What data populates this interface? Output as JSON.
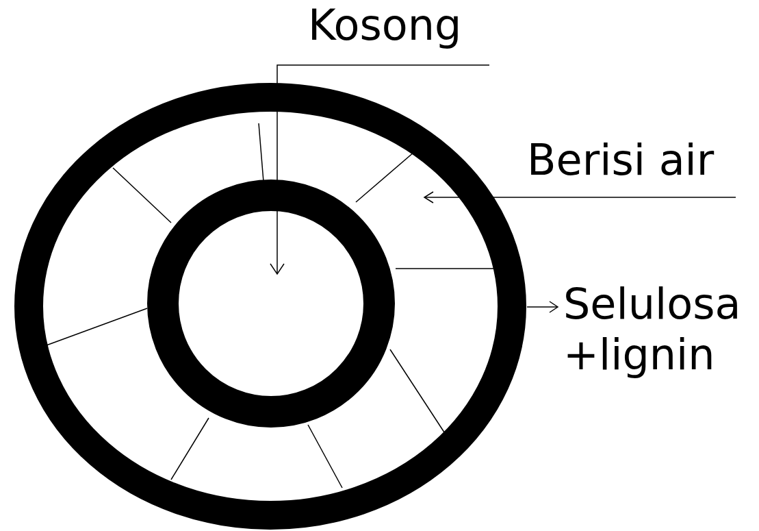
{
  "diagram": {
    "labels": [
      "Kosong",
      "Berisi air",
      "Selulosa +lignin"
    ]
  }
}
